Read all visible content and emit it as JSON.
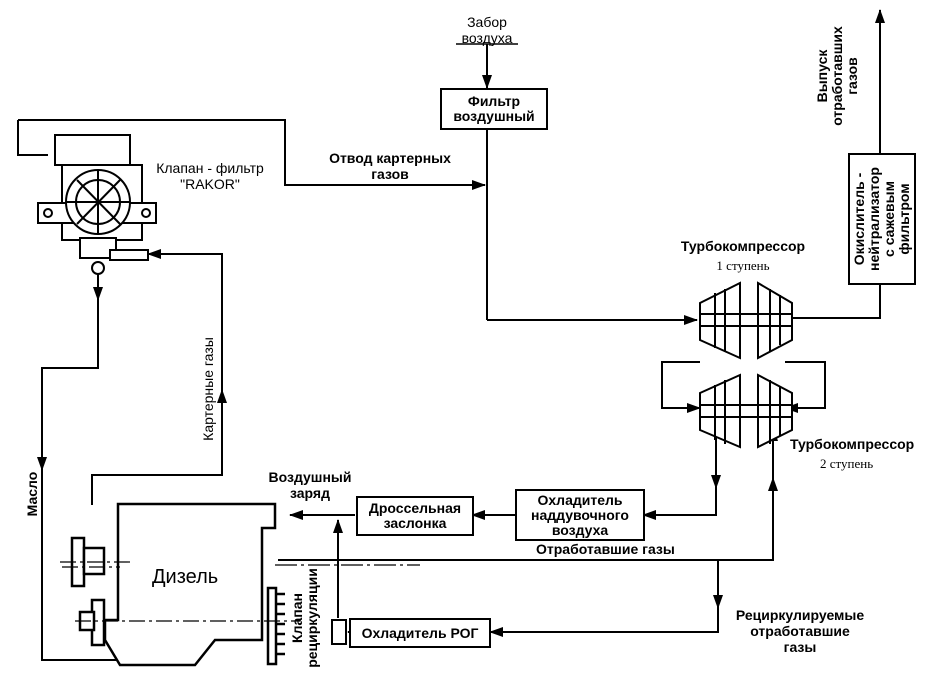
{
  "labels": {
    "air_intake": "Забор\nвоздуха",
    "air_filter": "Фильтр\nвоздушный",
    "valve_filter": "Клапан - фильтр\n\"RAKOR\"",
    "crankcase_vent": "Отвод картерных\nгазов",
    "turbo1_title": "Турбокомпрессор",
    "turbo1_stage": "1 ступень",
    "turbo2_title": "Турбокомпрессор",
    "turbo2_stage": "2 ступень",
    "exhaust_release": "Выпуск\nотработавших\nгазов",
    "oxidizer": "Окислитель -\nнейтрализатор\nс сажевым\nфильтром",
    "crankcase_gases": "Картерные газы",
    "oil": "Масло",
    "air_charge": "Воздушный\nзаряд",
    "throttle": "Дроссельная\nзаслонка",
    "intercooler": "Охладитель\nнаддувочного\nвоздуха",
    "exhaust_gases": "Отработавшие газы",
    "diesel": "Дизель",
    "recirc_valve": "Клапан\nрециркуляции",
    "egr_cooler": "Охладитель РОГ",
    "recirculated_gases": "Рециркулируемые\nотработавшие\nгазы"
  },
  "colors": {
    "line": "#000000",
    "background": "#ffffff"
  }
}
